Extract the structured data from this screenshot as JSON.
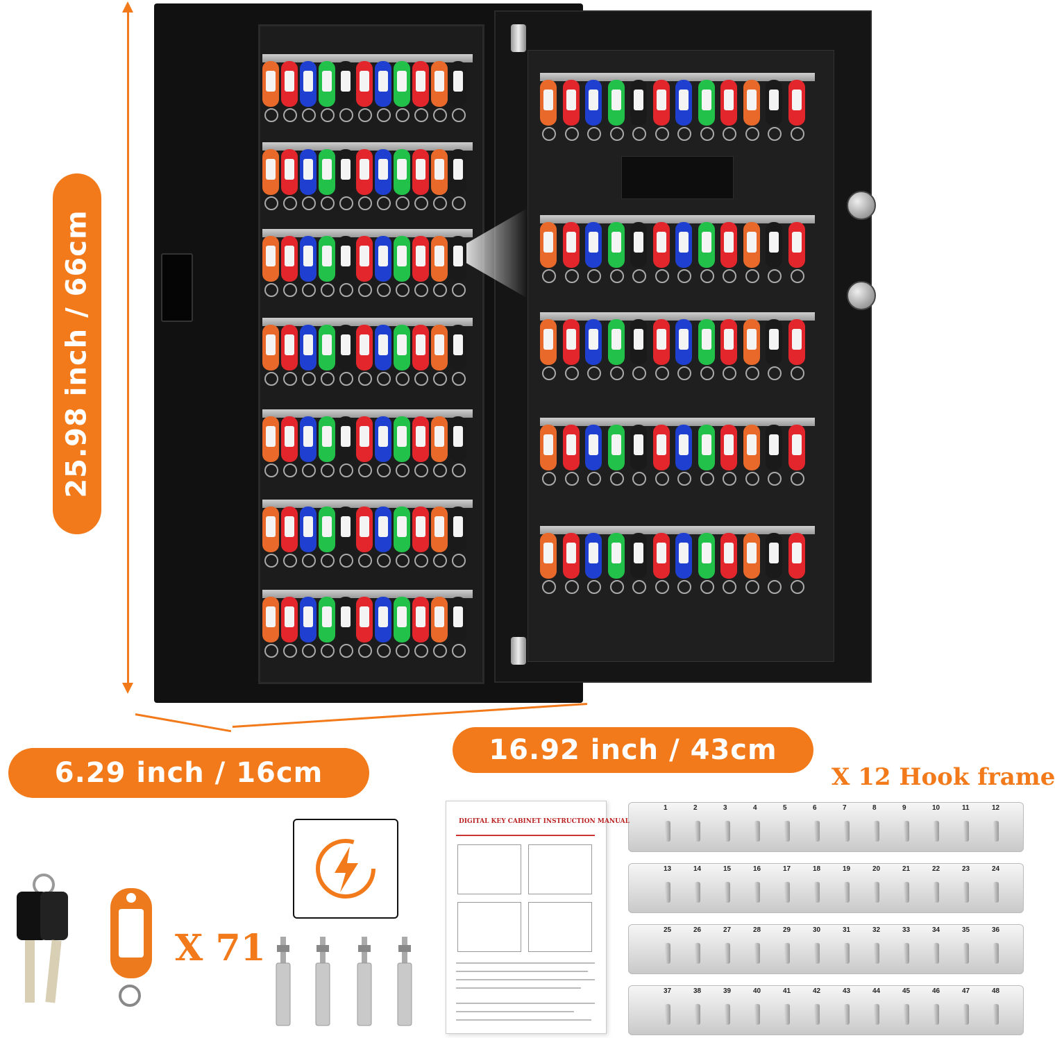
{
  "dimensions": {
    "height_label": "25.98 inch / 66cm",
    "width_label": "16.92 inch / 43cm",
    "depth_label": "6.29 inch / 16cm"
  },
  "accessories": {
    "hook_frame_label": "X 12 Hook frame",
    "tag_count_label": "X 71",
    "manual_title": "DIGITAL KEY CABINET INSTRUCTION MANUAL",
    "hook_frames": [
      [
        "1",
        "2",
        "3",
        "4",
        "5",
        "6",
        "7",
        "8",
        "9",
        "10",
        "11",
        "12"
      ],
      [
        "13",
        "14",
        "15",
        "16",
        "17",
        "18",
        "19",
        "20",
        "21",
        "22",
        "23",
        "24"
      ],
      [
        "25",
        "26",
        "27",
        "28",
        "29",
        "30",
        "31",
        "32",
        "33",
        "34",
        "35",
        "36"
      ],
      [
        "37",
        "38",
        "39",
        "40",
        "41",
        "42",
        "43",
        "44",
        "45",
        "46",
        "47",
        "48"
      ]
    ]
  },
  "colors": {
    "accent": "#f27a1a",
    "tag_colors": [
      "#e8692a",
      "#e2262b",
      "#1f3fd1",
      "#22c24a",
      "#1a1a1a",
      "#e2262b",
      "#1f3fd1",
      "#22c24a",
      "#e2262b",
      "#e8692a",
      "#1a1a1a",
      "#e2262b"
    ]
  }
}
